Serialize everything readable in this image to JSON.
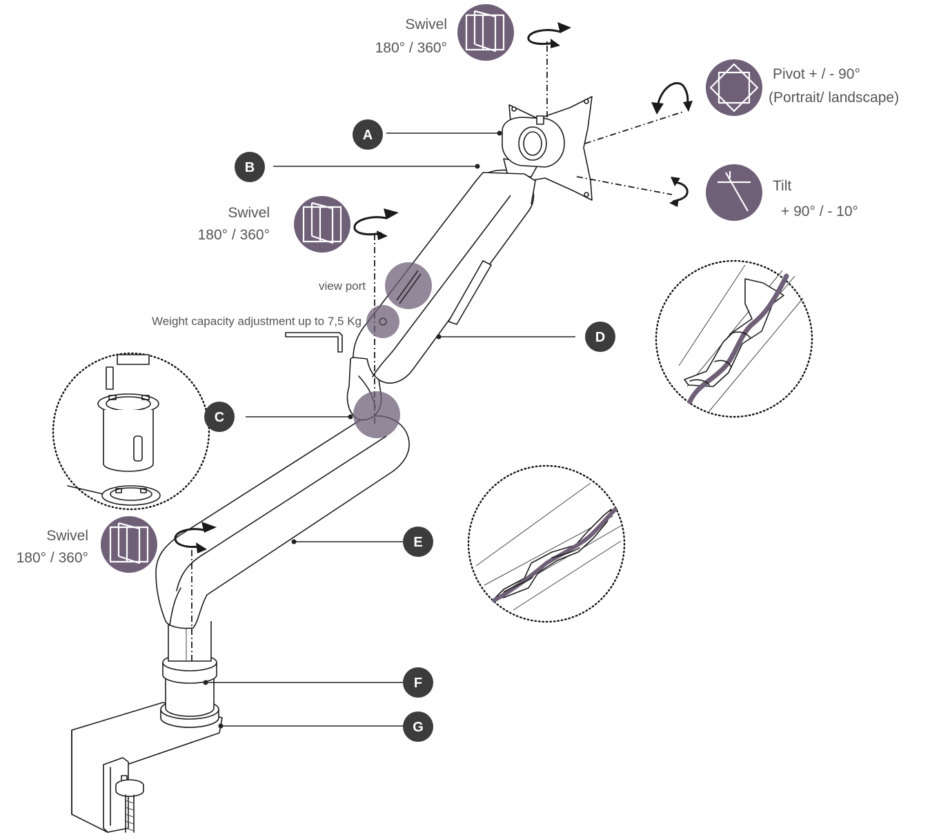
{
  "colors": {
    "accent": "#6f6078",
    "badge": "#3c3c3c",
    "ink": "#1a1a1a",
    "label": "#555555"
  },
  "labels": {
    "swivel_top": {
      "title": "Swivel",
      "value": "180° / 360°"
    },
    "swivel_mid": {
      "title": "Swivel",
      "value": "180° / 360°"
    },
    "swivel_low": {
      "title": "Swivel",
      "value": "180° / 360°"
    },
    "pivot": {
      "line1": "Pivot + / - 90°",
      "line2": "(Portrait/ landscape)"
    },
    "tilt": {
      "title": "Tilt",
      "value": "+ 90° / - 10°"
    },
    "view_port": "view port",
    "weight": "Weight capacity adjustment up to 7,5 Kg"
  },
  "badges": {
    "A": "A",
    "B": "B",
    "C": "C",
    "D": "D",
    "E": "E",
    "F": "F",
    "G": "G"
  },
  "icons": {
    "swivel": "swivel-icon",
    "pivot": "pivot-icon",
    "tilt": "tilt-icon",
    "hex_key": "hex-key-icon"
  }
}
